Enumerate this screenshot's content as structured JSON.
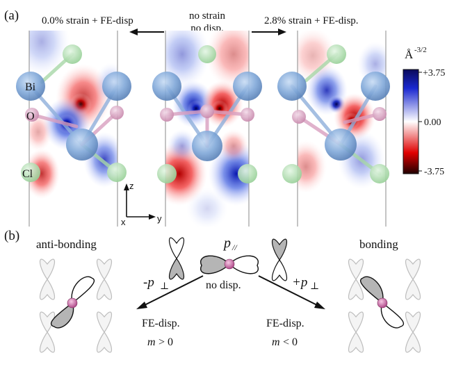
{
  "panels": {
    "a_label": "(a)",
    "b_label": "(b)"
  },
  "panel_a": {
    "left_title": "0.0% strain + FE-disp",
    "center_title_line1": "no strain",
    "center_title_line2": "no disp.",
    "right_title": "2.8% strain + FE-disp.",
    "atom_labels": {
      "bi": "Bi",
      "o": "O",
      "cl": "Cl"
    },
    "axes": {
      "z": "z",
      "x": "x",
      "y": "y"
    },
    "colorbar": {
      "unit": "Å",
      "unit_exp": "-3/2",
      "max_label": "+3.75",
      "mid_label": "0.00",
      "min_label": "-3.75",
      "colors": {
        "positive": "#0a0a7a",
        "zero": "#ffffff",
        "negative": "#d80000",
        "extreme_neg": "#200000"
      }
    },
    "colors": {
      "bi": "#7fa7d8",
      "o": "#d9a0c0",
      "cl": "#a8dca8"
    }
  },
  "panel_b": {
    "left_label": "anti-bonding",
    "right_label": "bonding",
    "center_p": "p",
    "center_p_sub": "//",
    "center_sub_label": "no disp.",
    "left_arrow_label": "-p",
    "left_arrow_sub": "⊥",
    "right_arrow_label": "+p",
    "right_arrow_sub": "⊥",
    "left_bottom_line1": "FE-disp.",
    "left_bottom_m": "m",
    "left_bottom_rel": "> 0",
    "right_bottom_line1": "FE-disp.",
    "right_bottom_m": "m",
    "right_bottom_rel": "< 0"
  }
}
